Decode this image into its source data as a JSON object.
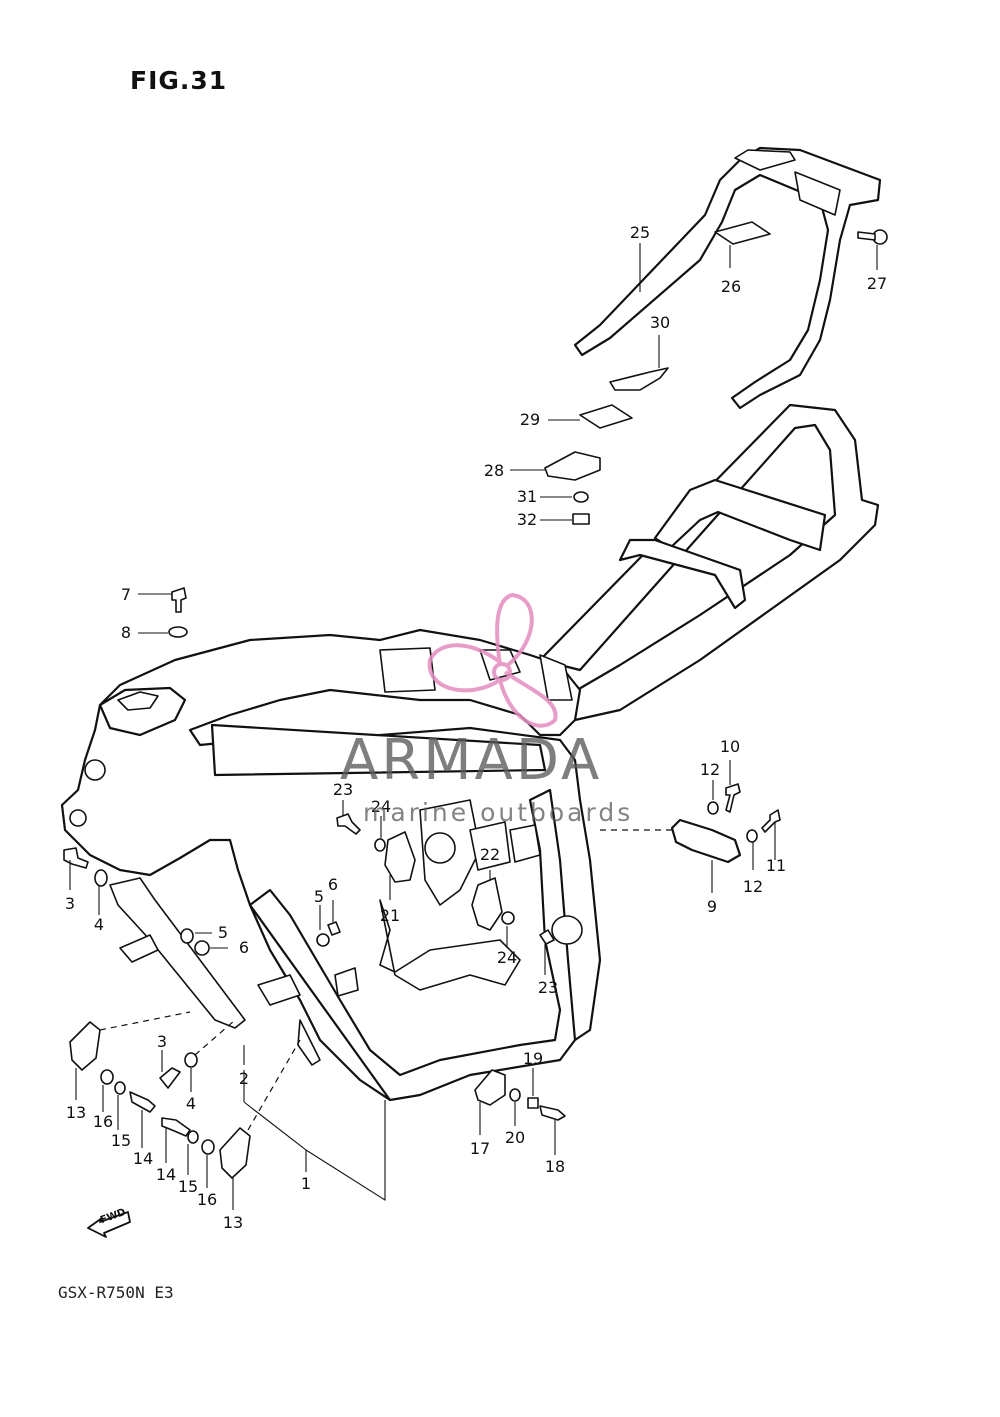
{
  "figure": {
    "title": "FIG.31",
    "model": "GSX-R750N E3",
    "fwd_label": "FWD"
  },
  "watermark": {
    "name": "ARMADA",
    "subtitle": "marine outboards",
    "logo_color": "#e48cc0",
    "text_color": "#5a5a5a"
  },
  "callouts": [
    {
      "id": "c25",
      "label": "25"
    },
    {
      "id": "c26",
      "label": "26"
    },
    {
      "id": "c27",
      "label": "27"
    },
    {
      "id": "c30",
      "label": "30"
    },
    {
      "id": "c29",
      "label": "29"
    },
    {
      "id": "c28",
      "label": "28"
    },
    {
      "id": "c31",
      "label": "31"
    },
    {
      "id": "c32",
      "label": "32"
    },
    {
      "id": "c7",
      "label": "7"
    },
    {
      "id": "c8",
      "label": "8"
    },
    {
      "id": "c10",
      "label": "10"
    },
    {
      "id": "c12a",
      "label": "12"
    },
    {
      "id": "c23a",
      "label": "23"
    },
    {
      "id": "c24a",
      "label": "24"
    },
    {
      "id": "c11",
      "label": "11"
    },
    {
      "id": "c12b",
      "label": "12"
    },
    {
      "id": "c9",
      "label": "9"
    },
    {
      "id": "c22",
      "label": "22"
    },
    {
      "id": "c3a",
      "label": "3"
    },
    {
      "id": "c4a",
      "label": "4"
    },
    {
      "id": "c5a",
      "label": "5"
    },
    {
      "id": "c6a",
      "label": "6"
    },
    {
      "id": "c5b",
      "label": "5"
    },
    {
      "id": "c6b",
      "label": "6"
    },
    {
      "id": "c21",
      "label": "21"
    },
    {
      "id": "c24b",
      "label": "24"
    },
    {
      "id": "c23b",
      "label": "23"
    },
    {
      "id": "c3b",
      "label": "3"
    },
    {
      "id": "c2",
      "label": "2"
    },
    {
      "id": "c4b",
      "label": "4"
    },
    {
      "id": "c19",
      "label": "19"
    },
    {
      "id": "c13a",
      "label": "13"
    },
    {
      "id": "c16a",
      "label": "16"
    },
    {
      "id": "c15a",
      "label": "15"
    },
    {
      "id": "c14a",
      "label": "14"
    },
    {
      "id": "c14b",
      "label": "14"
    },
    {
      "id": "c15b",
      "label": "15"
    },
    {
      "id": "c16b",
      "label": "16"
    },
    {
      "id": "c13b",
      "label": "13"
    },
    {
      "id": "c1",
      "label": "1"
    },
    {
      "id": "c17",
      "label": "17"
    },
    {
      "id": "c20",
      "label": "20"
    },
    {
      "id": "c18",
      "label": "18"
    }
  ]
}
